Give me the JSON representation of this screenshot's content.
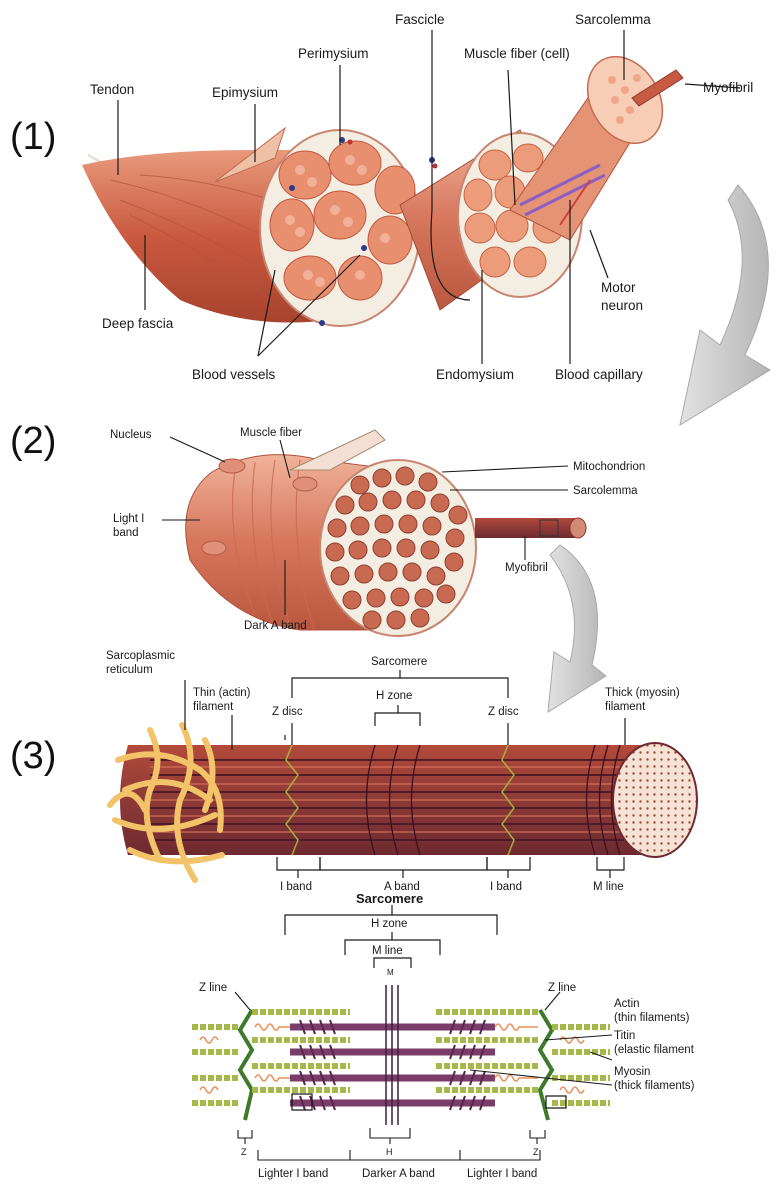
{
  "steps": [
    "(1)",
    "(2)",
    "(3)"
  ],
  "panel1": {
    "tendon": "Tendon",
    "epimysium": "Epimysium",
    "perimysium": "Perimysium",
    "fascicle": "Fascicle",
    "muscle_fiber": "Muscle fiber (cell)",
    "sarcolemma": "Sarcolemma",
    "myofibril": "Myofibril",
    "deep_fascia": "Deep fascia",
    "blood_vessels": "Blood vessels",
    "endomysium": "Endomysium",
    "blood_capillary": "Blood capillary",
    "motor_neuron_1": "Motor",
    "motor_neuron_2": "neuron"
  },
  "panel2": {
    "nucleus": "Nucleus",
    "muscle_fiber": "Muscle fiber",
    "light_band_1": "Light I",
    "light_band_2": "band",
    "dark_band": "Dark A band",
    "mitochondrion": "Mitochondrion",
    "sarcolemma": "Sarcolemma",
    "myofibril": "Myofibril"
  },
  "panel3": {
    "sr_1": "Sarcoplasmic",
    "sr_2": "reticulum",
    "sarcomere": "Sarcomere",
    "thin_1": "Thin (actin)",
    "thin_2": "filament",
    "z_disc_left": "Z disc",
    "h_zone": "H zone",
    "z_disc_right": "Z disc",
    "thick_1": "Thick (myosin)",
    "thick_2": "filament",
    "i_band_left": "I band",
    "a_band": "A band",
    "i_band_right": "I band",
    "m_line": "M line"
  },
  "panel4": {
    "sarcomere": "Sarcomere",
    "h_zone": "H zone",
    "m_line": "M line",
    "m_mark": "M",
    "z_line_left": "Z line",
    "z_line_right": "Z line",
    "actin_1": "Actin",
    "actin_2": "(thin filaments)",
    "titin_1": "Titin",
    "titin_2": "(elastic filament",
    "myosin_1": "Myosin",
    "myosin_2": "(thick filaments)",
    "z_small_left": "Z",
    "h_small": "H",
    "z_small_right": "Z",
    "lighter_left": "Lighter I band",
    "darker": "Darker A band",
    "lighter_right": "Lighter I band"
  },
  "colors": {
    "muscle": "#d9745b",
    "muscle_light": "#f0a98e",
    "connective": "#f4ede2",
    "filament_dark": "#6e2d3d",
    "actin": "#a6b84a",
    "myosin": "#7a3d6a",
    "titin": "#e8905a",
    "reticulum": "#f3c36a",
    "arrow": "#c8c8c8"
  }
}
